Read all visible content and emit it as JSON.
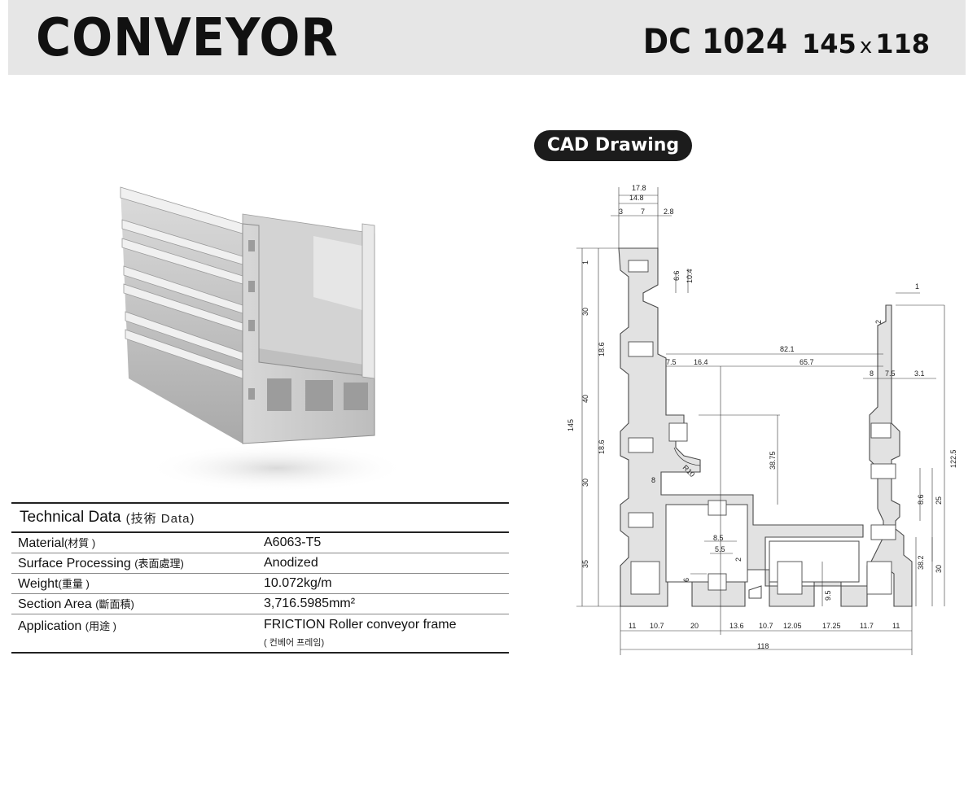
{
  "header": {
    "title": "CONVEYOR",
    "model_code": "DC 1024",
    "size_w": "145",
    "size_x": "x",
    "size_h": "118"
  },
  "cad": {
    "label": "CAD Drawing",
    "dims": {
      "d17_8": "17.8",
      "d14_8": "14.8",
      "d3": "3",
      "d7": "7",
      "d2_8": "2.8",
      "d1a": "1",
      "d6_6": "6.6",
      "d10_4": "10.4",
      "d1b": "1",
      "d2a": "2",
      "d30a": "30",
      "d18_6a": "18.6",
      "d82_1": "82.1",
      "d7_5a": "7.5",
      "d16_4": "16.4",
      "d65_7": "65.7",
      "d8a": "8",
      "d7_5b": "7.5",
      "d3_1": "3.1",
      "d40": "40",
      "d145": "145",
      "d18_6b": "18.6",
      "d38_75": "38.75",
      "dR10": "R10",
      "d122_5": "122.5",
      "d30b": "30",
      "d8b": "8",
      "d8_6": "8.6",
      "d25": "25",
      "d8_5": "8.5",
      "d5_5": "5.5",
      "d2b": "2",
      "d35": "35",
      "d6": "6",
      "d38_2": "38.2",
      "d30c": "30",
      "d9_5": "9.5",
      "b11a": "11",
      "b10_7a": "10.7",
      "b20": "20",
      "b13_6": "13.6",
      "b10_7b": "10.7",
      "b12_05": "12.05",
      "b17_25": "17.25",
      "b11_7": "11.7",
      "b11b": "11",
      "b118": "118"
    }
  },
  "tech": {
    "title": "Technical Data",
    "title_cjk": "(技術  Data)",
    "rows": [
      {
        "label": "Material",
        "cjk": "(材質 )",
        "value": "A6063-T5"
      },
      {
        "label": "Surface Processing",
        "cjk": "(表面處理)",
        "value": "Anodized"
      },
      {
        "label": "Weight",
        "cjk": "(重量 )",
        "value": "10.072kg/m"
      },
      {
        "label": "Section Area",
        "cjk": "(斷面積)",
        "value": "3,716.5985mm²"
      },
      {
        "label": "Application",
        "cjk": "(用途 )",
        "value": "FRICTION Roller conveyor frame",
        "sub": "( 컨베어 프레임)"
      }
    ]
  },
  "colors": {
    "header_bg": "#e6e6e6",
    "pill_bg": "#1c1c1c",
    "profile_fill": "#e2e2e2"
  }
}
